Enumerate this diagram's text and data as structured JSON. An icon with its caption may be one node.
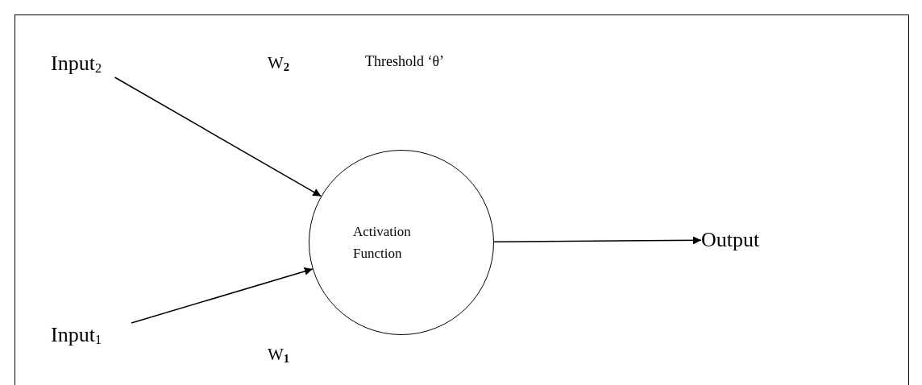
{
  "diagram": {
    "nodes": [
      {
        "text": [
          "Input$_{2}$"
        ]
      },
      {
        "text": [
          "Activation Function"
        ]
      },
      {
        "text": [
          "Output"
        ]
      },
      {
        "text": [
          "Input$_{1}$"
        ]
      }
    ],
    "edges": [
      {
        "from": 0,
        "to": 1,
        "arrow": "to"
      },
      {
        "from": 3,
        "to": 1,
        "arrow": "to"
      },
      {
        "from": 1,
        "to": 2,
        "arrow": "to"
      }
    ],
    "labels": [
      "W$_{2}$",
      "Threshold ‘θ’",
      "W$_{1}$"
    ]
  }
}
